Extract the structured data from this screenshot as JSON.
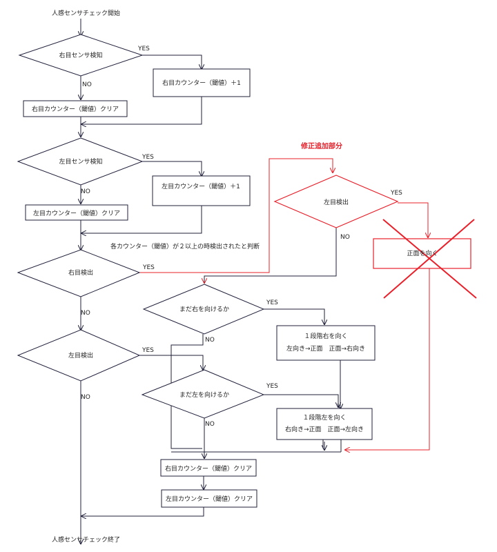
{
  "start": "人感センサチェック開始",
  "end": "人感センサチェック終了",
  "right_detect_decision": "右目センサ検知",
  "right_counter_inc": "右目カウンター（閾値）＋1",
  "right_counter_clear": "右目カウンター（閾値）クリア",
  "left_detect_decision": "左目センサ検知",
  "left_counter_inc": "左目カウンター（閾値）＋1",
  "left_counter_clear": "左目カウンター（閾値）クリア",
  "note": "各カウンター（閾値）が２以上の時検出されたと判断",
  "right_found": "右目検出",
  "left_found": "左目検出",
  "can_turn_right": "まだ右を向けるか",
  "turn_right_title": "１段階右を向く",
  "turn_right_detail": "左向き→正面　正面→右向き",
  "can_turn_left": "まだ左を向けるか",
  "turn_left_title": "１段階左を向く",
  "turn_left_detail": "右向き→正面　正面→左向き",
  "final_right_clear": "右目カウンター（閾値）クリア",
  "final_left_clear": "左目カウンター（閾値）クリア",
  "revision_title": "修正追加部分",
  "revision_left_found": "左目検出",
  "revision_face_front": "正面を向く",
  "yes": "YES",
  "no": "NO",
  "colors": {
    "line": "#1f1f3a",
    "revision": "#e8202a",
    "box_border": "#1f1f3a"
  }
}
